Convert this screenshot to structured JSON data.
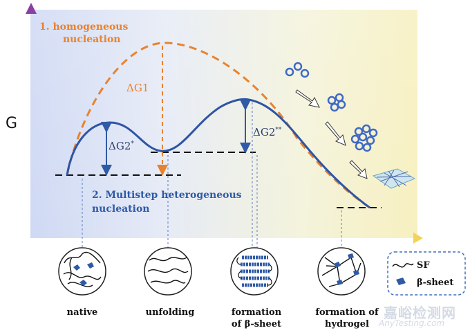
{
  "y_axis_label": "G",
  "homogeneous": {
    "line1": "1.  homogeneous",
    "line2": "nucleation"
  },
  "heterogeneous": {
    "line1": "2. Multistep heterogeneous",
    "line2": "nucleation"
  },
  "energy_labels": {
    "dg1": "ΔG1",
    "dg2_first": "ΔG2",
    "dg2_first_sup": "*",
    "dg2_second": "ΔG2",
    "dg2_second_sup": "**"
  },
  "stages": [
    {
      "label": "native"
    },
    {
      "label": "unfolding"
    },
    {
      "label": "formation\nof β-sheet"
    },
    {
      "label": "formation of\nhydrogel"
    }
  ],
  "legend": {
    "sf": "SF",
    "beta_sheet": "β-sheet"
  },
  "watermark": {
    "cn": "嘉峪检测网",
    "en": "AnyTesting.com"
  },
  "colors": {
    "orange": "#e9822e",
    "blue": "#2f5aa6",
    "dark_blue": "#2c3e6b",
    "axis": "#3f6fc0"
  }
}
